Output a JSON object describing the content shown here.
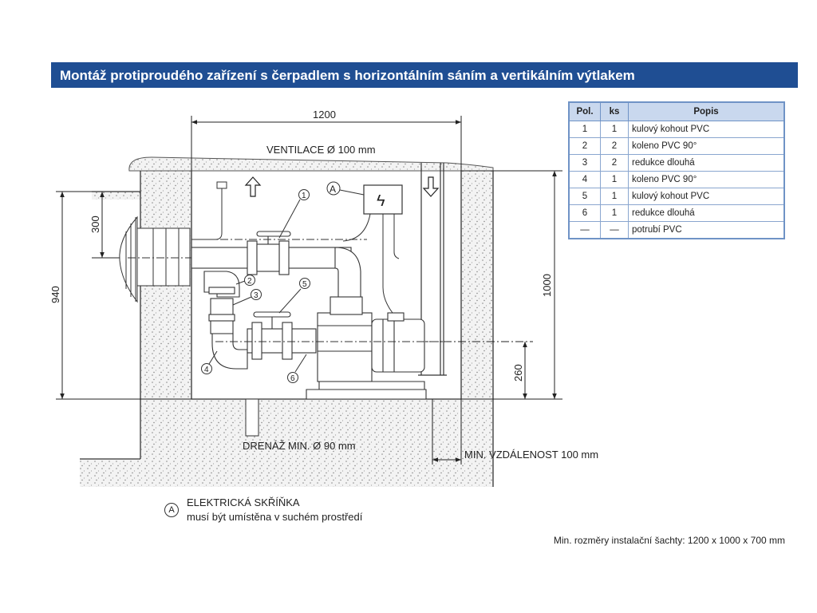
{
  "header": {
    "title": "Montáž protiproudého zařízení s čerpadlem s horizontálním sáním a vertikálním výtlakem"
  },
  "table": {
    "headers": [
      "Pol.",
      "ks",
      "Popis"
    ],
    "rows": [
      [
        "1",
        "1",
        "kulový kohout PVC"
      ],
      [
        "2",
        "2",
        "koleno PVC 90°"
      ],
      [
        "3",
        "2",
        "redukce dlouhá"
      ],
      [
        "4",
        "1",
        "koleno PVC 90°"
      ],
      [
        "5",
        "1",
        "kulový kohout PVC"
      ],
      [
        "6",
        "1",
        "redukce dlouhá"
      ],
      [
        "—",
        "—",
        "potrubí PVC"
      ]
    ]
  },
  "drawing": {
    "dim_width": "1200",
    "dim_height": "1000",
    "dim_940": "940",
    "dim_300": "300",
    "dim_260": "260",
    "ventilation": "VENTILACE Ø 100 mm",
    "drain": "DRENÁŽ MIN. Ø 90 mm",
    "min_distance": "MIN. VZDÁLENOST 100 mm",
    "markers": [
      "1",
      "2",
      "3",
      "4",
      "5",
      "6"
    ],
    "box_label": "A",
    "box_symbol": "ϟ"
  },
  "legend": {
    "marker": "A",
    "line1": "ELEKTRICKÁ SKŘÍŇKA",
    "line2": "musí být umístěna v suchém prostředí"
  },
  "footer": {
    "note": "Min. rozměry instalační šachty: 1200 x 1000 x 700 mm"
  }
}
